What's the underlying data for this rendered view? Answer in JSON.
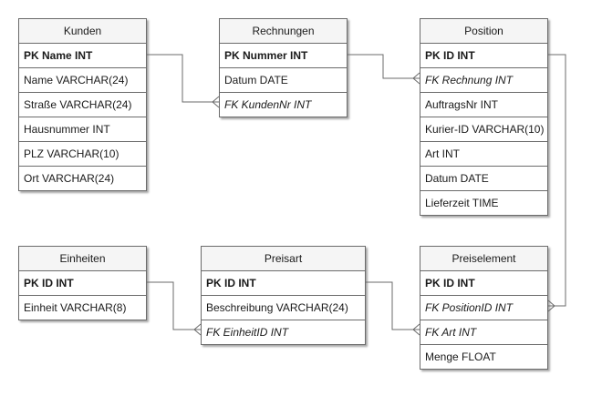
{
  "tables": {
    "kunden": {
      "title": "Kunden",
      "rows": [
        "PK Name INT",
        "Name VARCHAR(24)",
        "Straße VARCHAR(24)",
        "Hausnummer INT",
        "PLZ VARCHAR(10)",
        "Ort VARCHAR(24)"
      ]
    },
    "rechnungen": {
      "title": "Rechnungen",
      "rows": [
        "PK Nummer INT",
        "Datum DATE",
        "FK KundenNr INT"
      ]
    },
    "position": {
      "title": "Position",
      "rows": [
        "PK ID INT",
        "FK Rechnung INT",
        "AuftragsNr INT",
        "Kurier-ID VARCHAR(10)",
        "Art INT",
        "Datum DATE",
        "Lieferzeit TIME"
      ]
    },
    "einheiten": {
      "title": "Einheiten",
      "rows": [
        "PK ID INT",
        "Einheit VARCHAR(8)"
      ]
    },
    "preisart": {
      "title": "Preisart",
      "rows": [
        "PK ID INT",
        "Beschreibung VARCHAR(24)",
        "FK EinheitID INT"
      ]
    },
    "preiselement": {
      "title": "Preiselement",
      "rows": [
        "PK ID INT",
        "FK PositionID INT",
        "FK Art INT",
        "Menge FLOAT"
      ]
    }
  },
  "colors": {
    "border": "#6b6b6b",
    "header": "#f5f5f5",
    "line": "#6b6b6b"
  }
}
